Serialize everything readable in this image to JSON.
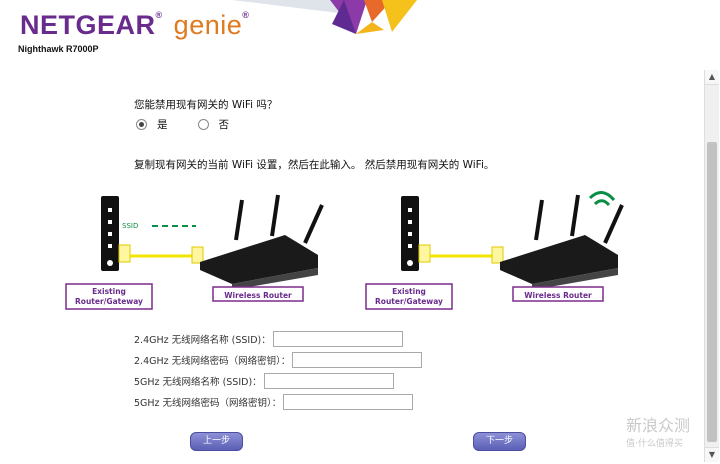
{
  "header": {
    "brand": "NETGEAR",
    "brand_reg": "®",
    "product": "genie",
    "product_reg": "®",
    "model": "Nighthawk R7000P"
  },
  "question": "您能禁用现有网关的 WiFi 吗？",
  "radio": {
    "yes": "是",
    "no": "否",
    "selected": "yes"
  },
  "instruction": "复制现有网关的当前 WiFi 设置，然后在此输入。 然后禁用现有网关的 WiFi。",
  "diagram": {
    "left": {
      "gateway_label_1": "Existing",
      "gateway_label_2": "Router/Gateway",
      "router_label": "Wireless Router",
      "ssid_tag": "SSID"
    },
    "right": {
      "gateway_label_1": "Existing",
      "gateway_label_2": "Router/Gateway",
      "router_label": "Wireless Router"
    }
  },
  "fields": [
    {
      "label": "2.4GHz 无线网络名称 (SSID)：",
      "value": ""
    },
    {
      "label": "2.4GHz 无线网络密码（网络密钥）：",
      "value": ""
    },
    {
      "label": "5GHz 无线网络名称 (SSID)：",
      "value": ""
    },
    {
      "label": "5GHz 无线网络密码（网络密钥）：",
      "value": ""
    }
  ],
  "buttons": {
    "back": "上一步",
    "next": "下一步"
  },
  "watermark": {
    "text": "新浪众测",
    "small": "值·什么值得买"
  },
  "colors": {
    "brand_purple": "#6a2c8c",
    "genie_orange": "#e07a1f",
    "button": "#6b6fc4",
    "label_border": "#7a2c8c",
    "cable": "#f2e600"
  }
}
